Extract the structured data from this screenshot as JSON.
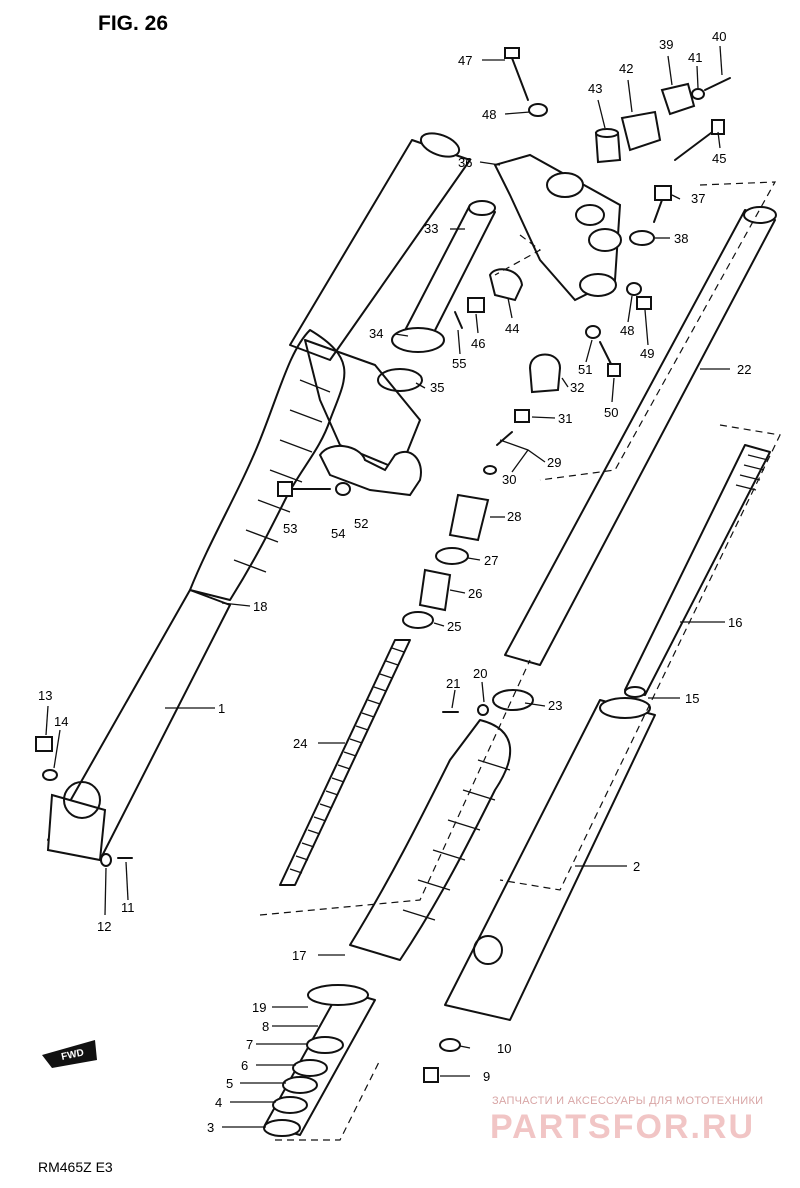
{
  "figure_title": "FIG. 26",
  "model_code": "RM465Z E3",
  "fwd_label": "FWD",
  "watermark": {
    "tagline": "ЗАПЧАСТИ И АКСЕССУАРЫ ДЛЯ МОТОТЕХНИКИ",
    "brand": "PARTSFOR.RU"
  },
  "callouts": [
    {
      "id": "c47",
      "text": "47"
    },
    {
      "id": "c48a",
      "text": "48"
    },
    {
      "id": "c36",
      "text": "36"
    },
    {
      "id": "c43",
      "text": "43"
    },
    {
      "id": "c42",
      "text": "42"
    },
    {
      "id": "c39",
      "text": "39"
    },
    {
      "id": "c41",
      "text": "41"
    },
    {
      "id": "c40",
      "text": "40"
    },
    {
      "id": "c45",
      "text": "45"
    },
    {
      "id": "c37",
      "text": "37"
    },
    {
      "id": "c38",
      "text": "38"
    },
    {
      "id": "c33",
      "text": "33"
    },
    {
      "id": "c44",
      "text": "44"
    },
    {
      "id": "c34",
      "text": "34"
    },
    {
      "id": "c46",
      "text": "46"
    },
    {
      "id": "c55",
      "text": "55"
    },
    {
      "id": "c48b",
      "text": "48"
    },
    {
      "id": "c49",
      "text": "49"
    },
    {
      "id": "c35",
      "text": "35"
    },
    {
      "id": "c51",
      "text": "51"
    },
    {
      "id": "c32",
      "text": "32"
    },
    {
      "id": "c50",
      "text": "50"
    },
    {
      "id": "c22",
      "text": "22"
    },
    {
      "id": "c31",
      "text": "31"
    },
    {
      "id": "c29",
      "text": "29"
    },
    {
      "id": "c30",
      "text": "30"
    },
    {
      "id": "c53",
      "text": "53"
    },
    {
      "id": "c54",
      "text": "54"
    },
    {
      "id": "c52",
      "text": "52"
    },
    {
      "id": "c28",
      "text": "28"
    },
    {
      "id": "c27",
      "text": "27"
    },
    {
      "id": "c26",
      "text": "26"
    },
    {
      "id": "c18",
      "text": "18"
    },
    {
      "id": "c25",
      "text": "25"
    },
    {
      "id": "c16",
      "text": "16"
    },
    {
      "id": "c13",
      "text": "13"
    },
    {
      "id": "c21",
      "text": "21"
    },
    {
      "id": "c20",
      "text": "20"
    },
    {
      "id": "c15",
      "text": "15"
    },
    {
      "id": "c14",
      "text": "14"
    },
    {
      "id": "c1",
      "text": "1"
    },
    {
      "id": "c23",
      "text": "23"
    },
    {
      "id": "c24",
      "text": "24"
    },
    {
      "id": "c2",
      "text": "2"
    },
    {
      "id": "c12",
      "text": "12"
    },
    {
      "id": "c11",
      "text": "11"
    },
    {
      "id": "c17",
      "text": "17"
    },
    {
      "id": "c19",
      "text": "19"
    },
    {
      "id": "c8",
      "text": "8"
    },
    {
      "id": "c7",
      "text": "7"
    },
    {
      "id": "c10",
      "text": "10"
    },
    {
      "id": "c6",
      "text": "6"
    },
    {
      "id": "c5",
      "text": "5"
    },
    {
      "id": "c9",
      "text": "9"
    },
    {
      "id": "c4",
      "text": "4"
    },
    {
      "id": "c3",
      "text": "3"
    }
  ]
}
